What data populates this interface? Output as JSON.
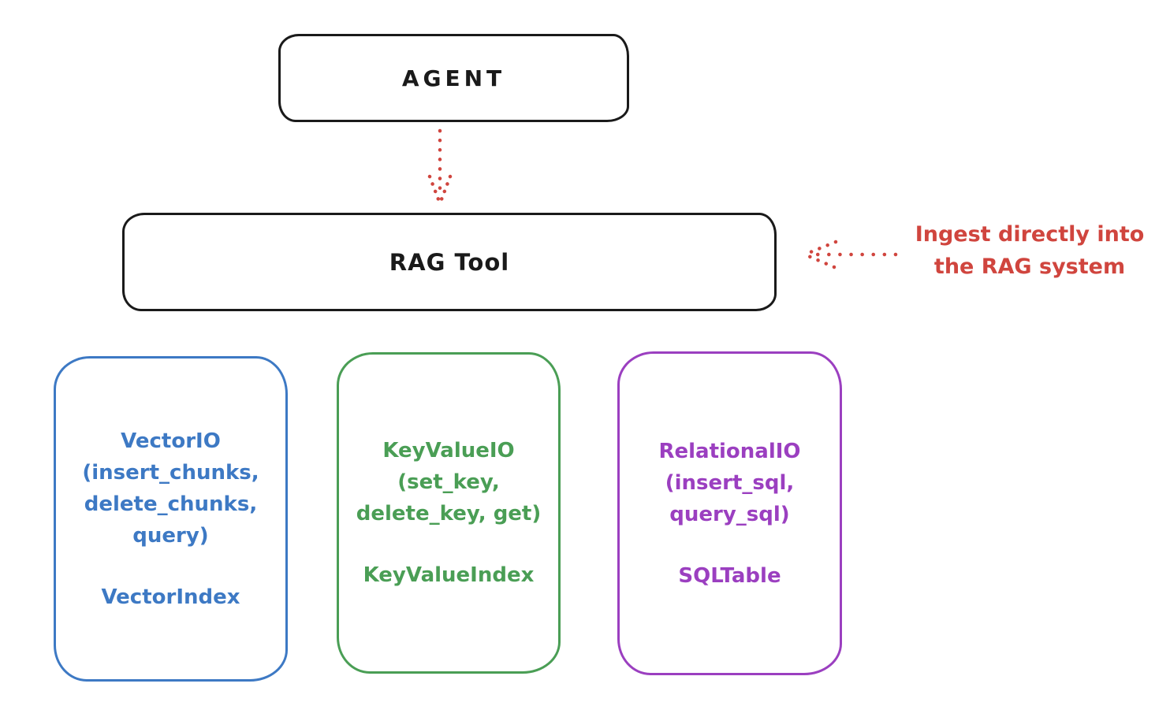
{
  "agent": {
    "label": "AGENT"
  },
  "rag_tool": {
    "label": "RAG Tool"
  },
  "annotation": {
    "text": "Ingest directly into\nthe RAG system"
  },
  "boxes": {
    "vector": {
      "main_text": "VectorIO\n(insert_chunks,\ndelete_chunks,\nquery)",
      "index_label": "VectorIndex",
      "color": "#3d79c4"
    },
    "keyvalue": {
      "main_text": "KeyValueIO\n(set_key,\ndelete_key, get)",
      "index_label": "KeyValueIndex",
      "color": "#4a9e55"
    },
    "relational": {
      "main_text": "RelationalIO\n(insert_sql,\nquery_sql)",
      "index_label": "SQLTable",
      "color": "#9b3fc0"
    }
  },
  "colors": {
    "ink": "#1a1a1a",
    "red": "#d0453e",
    "blue": "#3d79c4",
    "green": "#4a9e55",
    "purple": "#9b3fc0",
    "background": "#ffffff"
  }
}
